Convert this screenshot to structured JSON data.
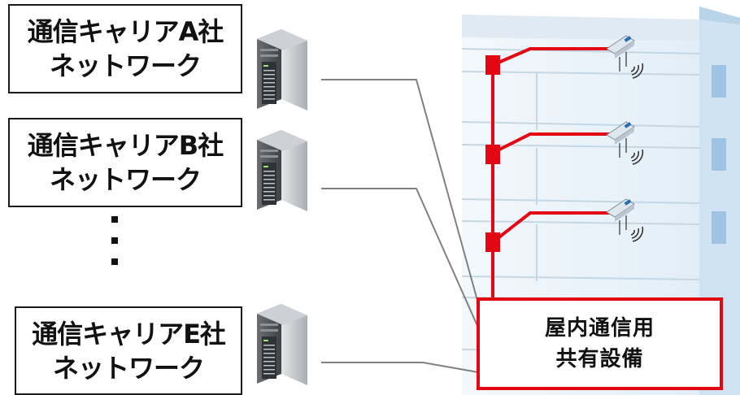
{
  "carriers": [
    {
      "line1": "通信キャリアA社",
      "line2": "ネットワーク"
    },
    {
      "line1": "通信キャリアB社",
      "line2": "ネットワーク"
    },
    {
      "line1": "通信キャリアE社",
      "line2": "ネットワーク"
    }
  ],
  "shared_equipment": {
    "line1": "屋内通信用",
    "line2": "共有設備"
  },
  "colors": {
    "accent_red": "#e30613",
    "cable_gray": "#808080",
    "building_blue": "#cfe3f2",
    "border_dark": "#1a1a1a"
  },
  "icons": [
    "server-icon",
    "building-icon",
    "wireless-antenna-icon"
  ]
}
